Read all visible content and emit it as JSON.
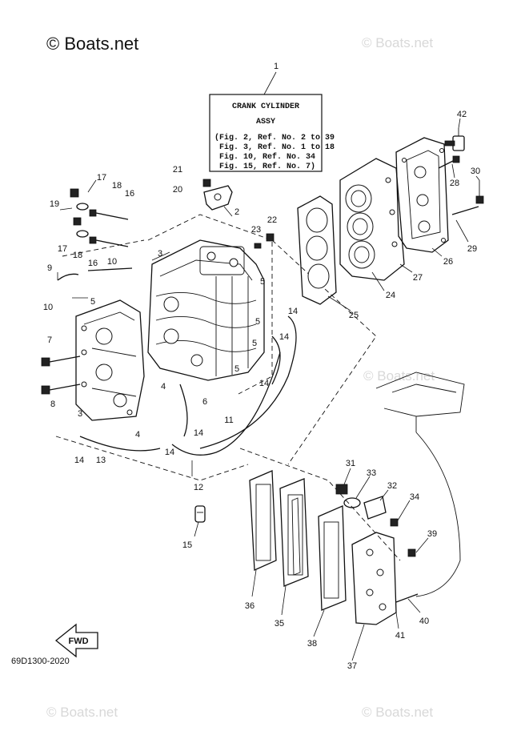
{
  "watermarks": {
    "main": "© Boats.net",
    "faint": "© Boats.net"
  },
  "infobox": {
    "title": "CRANK CYLINDER",
    "subtitle": "ASSY",
    "lines": [
      "(Fig. 2, Ref. No. 2 to 39",
      "Fig. 3, Ref. No. 1 to 18",
      "Fig. 10, Ref. No. 34",
      "Fig. 15, Ref. No. 7)"
    ]
  },
  "diagram_code": "69D1300-2020",
  "fwd_label": "FWD",
  "callouts": {
    "c1": "1",
    "c2": "2",
    "c3a": "3",
    "c3b": "3",
    "c4a": "4",
    "c4b": "4",
    "c5a": "5",
    "c5b": "5",
    "c5c": "5",
    "c5d": "5",
    "c5e": "5",
    "c6": "6",
    "c7": "7",
    "c8": "8",
    "c9": "9",
    "c10a": "10",
    "c10b": "10",
    "c11": "11",
    "c12": "12",
    "c13": "13",
    "c14a": "14",
    "c14b": "14",
    "c14c": "14",
    "c14d": "14",
    "c14e": "14",
    "c14f": "14",
    "c15": "15",
    "c16a": "16",
    "c16b": "16",
    "c17a": "17",
    "c17b": "17",
    "c18a": "18",
    "c18b": "18",
    "c19": "19",
    "c20": "20",
    "c21": "21",
    "c22": "22",
    "c23": "23",
    "c24": "24",
    "c25": "25",
    "c26": "26",
    "c27": "27",
    "c28": "28",
    "c29": "29",
    "c30": "30",
    "c31": "31",
    "c32": "32",
    "c33": "33",
    "c34": "34",
    "c35": "35",
    "c36": "36",
    "c37": "37",
    "c38": "38",
    "c39": "39",
    "c40": "40",
    "c41": "41",
    "c42": "42"
  }
}
